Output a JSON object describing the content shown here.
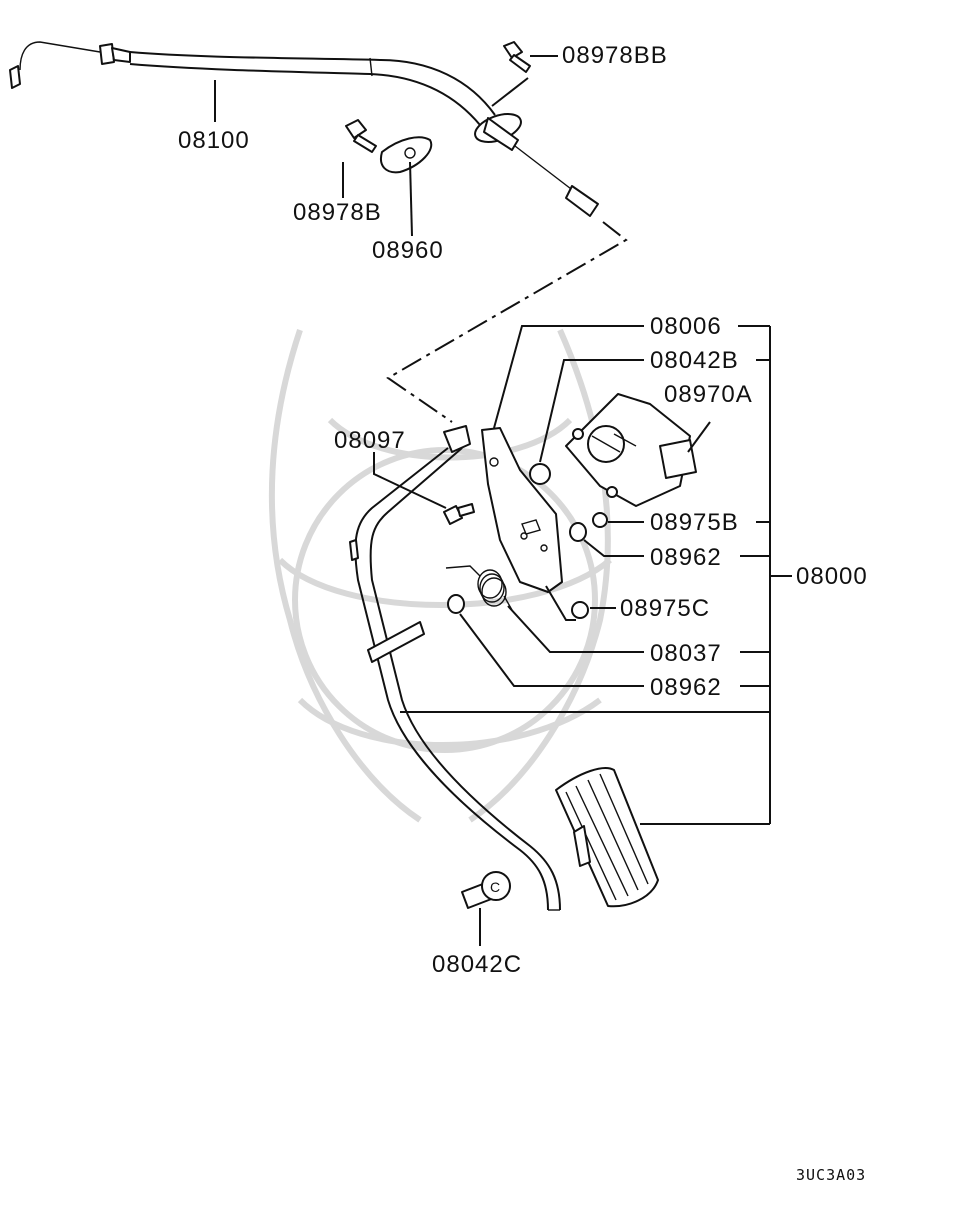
{
  "diagram": {
    "labels": {
      "p08978BB": "08978BB",
      "p08100": "08100",
      "p08978B": "08978B",
      "p08960": "08960",
      "p08006": "08006",
      "p08042B": "08042B",
      "p08970A": "08970A",
      "p08097": "08097",
      "p08975B": "08975B",
      "p08962a": "08962",
      "p08000": "08000",
      "p08975C": "08975C",
      "p08037": "08037",
      "p08962b": "08962",
      "p08042C": "08042C"
    },
    "pin_letter": "C",
    "figure_code": "3UC3A03"
  }
}
